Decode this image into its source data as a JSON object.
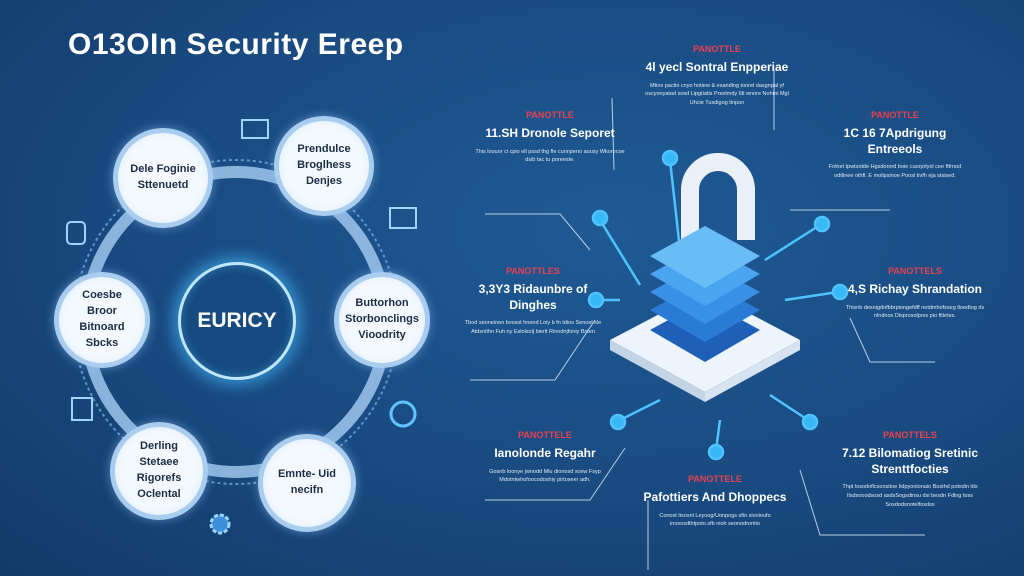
{
  "title": "O13OIn Security Ereep",
  "center_label": "EURICY",
  "ring_nodes": [
    {
      "label": "Dele Foginie Sttenuetd"
    },
    {
      "label": "Prendulce Broglhess Denjes"
    },
    {
      "label": "Coesbe Broor Bitnoard Sbcks"
    },
    {
      "label": "Buttorhon Storbonclings Vioodrity"
    },
    {
      "label": "Derling Stetaee Rigorefs Oclental"
    },
    {
      "label": "Emnte- Uid necifn"
    }
  ],
  "panels": [
    {
      "tag": "PANOTTLE",
      "heading": "4l yecl Sontral Enpperiae",
      "body": "Mtins pactio cnyo hotiew & esandlng toorel dasgnpal yf oscyonyatad sosd Lipgtiatis Prsetmdy 6tl wnore Nohmi Mgl Uhcie Tusdigog tinpon"
    },
    {
      "tag": "PANOTTLE",
      "heading": "11.SH Dronole Seporet",
      "body": "This loouor ci cpio ell pssd thg fle cunnpeno aousy Wkorocoe dsib tac tu poreeste."
    },
    {
      "tag": "PANOTTLE",
      "heading": "1C 16 7Apdrigung Entreeols",
      "body": "Fnlnet tpwtsotde Hgsdorord boie cuorprlyol cee ftfrnod odtlinee othfl. E molipsinoe Poosl tivfh eja stsised."
    },
    {
      "tag": "PANOTTLES",
      "heading": "3,3Y3 Ridaunbre of Dinghes",
      "body": "Tbod seoneinen bvosst hnend Loiy b fn tdios Senoel sle Atdsnithn Fuh ny Eslolsolj bierlt Rinodnjfoniy Bsten"
    },
    {
      "tag": "PANOTTELS",
      "heading": "4,S Richay Shrandation",
      "body": "Thisnb desnigdofbbrpiongefdff netdmhofsseg tloedtog ds nlndnos Disprosolprss pio filtetes."
    },
    {
      "tag": "PANOTTELE",
      "heading": "Ianolonde Regahr",
      "body": "Gosnb loonye jwnodd Mlu dionosd sosw Fsyp Mdotntwhofoocodoshiy pirtoseer adh."
    },
    {
      "tag": "PANOTTELS",
      "heading": "7.12 Bilomatiog Sretinic Strenttfocties",
      "body": "Thpt losodoflcsonsitoe Iidpyonionaio Bosthd potsdin lds Ilsdsooodsosd asdsSogsdinsu dsi besdn Fdlng toss Sosdodsnotelfosdss"
    },
    {
      "tag": "PANOTTELE",
      "heading": "Pafottiers And Dhoppecs",
      "body": "Conost Iisosnl Leyoog/Uonpogs sfio sionioufo inososdthtpoto.sfb nioh seonodrontio"
    }
  ],
  "colors": {
    "background": "#194a80",
    "accent_red": "#e8414f",
    "glow": "#46beff"
  }
}
